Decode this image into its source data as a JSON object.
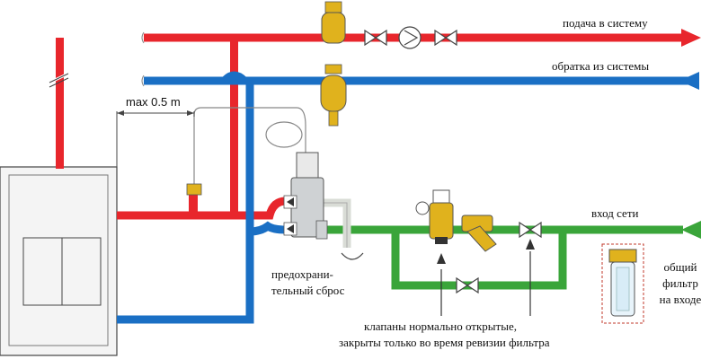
{
  "labels": {
    "supply": "подача в систему",
    "return": "обратка из системы",
    "mains_inlet": "вход сети",
    "max_distance": "max 0.5 m",
    "safety_relief_line1": "предохрани-",
    "safety_relief_line2": "тельный сброс",
    "valves_note_line1": "клапаны нормально открытые,",
    "valves_note_line2": "закрыты только во время ревизии фильтра",
    "inlet_filter_line1": "общий",
    "inlet_filter_line2": "фильтр",
    "inlet_filter_line3": "на входе"
  },
  "colors": {
    "hot_pipe": "#e8262c",
    "cold_pipe": "#1a6fc4",
    "mains_pipe": "#3aa53a",
    "relief_pipe": "#d9dcd6",
    "brass": "#e0b21d",
    "boiler": "#f4f4f4",
    "outline": "#333333"
  },
  "icons": {
    "supply_arrow": "arrow-right-icon",
    "return_arrow": "arrow-left-icon",
    "mains_arrow": "arrow-left-icon",
    "pump": "pump-icon",
    "valve": "ball-valve-icon"
  }
}
